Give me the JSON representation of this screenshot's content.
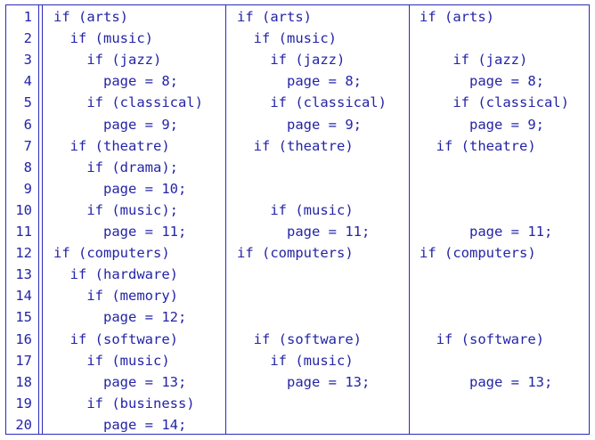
{
  "rows": [
    {
      "n": "1",
      "c": [
        "if (arts)",
        "if (arts)",
        "if (arts)"
      ]
    },
    {
      "n": "2",
      "c": [
        "  if (music)",
        "  if (music)",
        ""
      ]
    },
    {
      "n": "3",
      "c": [
        "    if (jazz)",
        "    if (jazz)",
        "    if (jazz)"
      ]
    },
    {
      "n": "4",
      "c": [
        "      page = 8;",
        "      page = 8;",
        "      page = 8;"
      ]
    },
    {
      "n": "5",
      "c": [
        "    if (classical)",
        "    if (classical)",
        "    if (classical)"
      ]
    },
    {
      "n": "6",
      "c": [
        "      page = 9;",
        "      page = 9;",
        "      page = 9;"
      ]
    },
    {
      "n": "7",
      "c": [
        "  if (theatre)",
        "  if (theatre)",
        "  if (theatre)"
      ]
    },
    {
      "n": "8",
      "c": [
        "    if (drama);",
        "",
        ""
      ]
    },
    {
      "n": "9",
      "c": [
        "      page = 10;",
        "",
        ""
      ]
    },
    {
      "n": "10",
      "c": [
        "    if (music);",
        "    if (music)",
        ""
      ]
    },
    {
      "n": "11",
      "c": [
        "      page = 11;",
        "      page = 11;",
        "      page = 11;"
      ]
    },
    {
      "n": "12",
      "c": [
        "if (computers)",
        "if (computers)",
        "if (computers)"
      ]
    },
    {
      "n": "13",
      "c": [
        "  if (hardware)",
        "",
        ""
      ]
    },
    {
      "n": "14",
      "c": [
        "    if (memory)",
        "",
        ""
      ]
    },
    {
      "n": "15",
      "c": [
        "      page = 12;",
        "",
        ""
      ]
    },
    {
      "n": "16",
      "c": [
        "  if (software)",
        "  if (software)",
        "  if (software)"
      ]
    },
    {
      "n": "17",
      "c": [
        "    if (music)",
        "    if (music)",
        ""
      ]
    },
    {
      "n": "18",
      "c": [
        "      page = 13;",
        "      page = 13;",
        "      page = 13;"
      ]
    },
    {
      "n": "19",
      "c": [
        "    if (business)",
        "",
        ""
      ]
    },
    {
      "n": "20",
      "c": [
        "      page = 14;",
        "",
        ""
      ]
    }
  ]
}
